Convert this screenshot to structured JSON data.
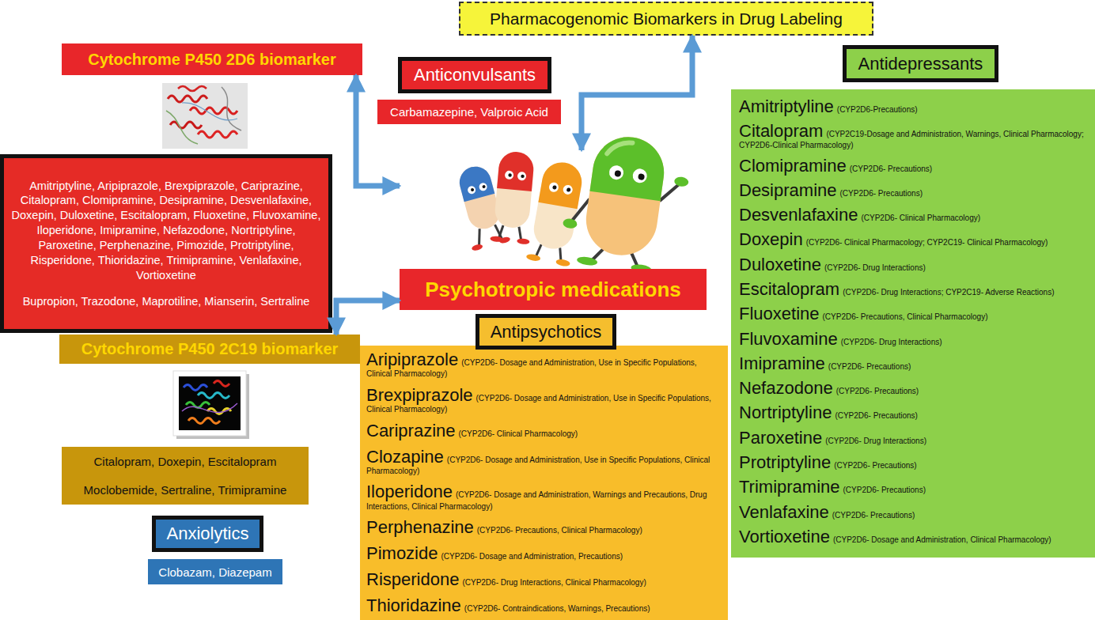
{
  "diagram": {
    "nodes": [
      {
        "text": [
          "Pharmacogenomic Biomarkers in Drug Labeling"
        ]
      },
      {
        "text": [
          "Cytochrome P450 2D6 biomarker"
        ]
      },
      {
        "text": [
          "Anticonvulsants"
        ]
      },
      {
        "text": [
          "Antidepressants"
        ]
      },
      {
        "text": [
          "Carbamazepine, Valproic Acid"
        ]
      },
      {
        "text": [
          "Amitriptyline, Aripiprazole, Brexpiprazole, Cariprazine, Citalopram, Clomipramine, Desipramine, Desvenlafaxine, Doxepin, Duloxetine, Escitalopram, Fluoxetine, Fluvoxamine, Iloperidone, Imipramine, Nefazodone, Nortriptyline, Paroxetine, Perphenazine, Pimozide, Protriptyline, Risperidone, Thioridazine, Trimipramine, Venlafaxine, Vortioxetine",
          "Bupropion, Trazodone, Maprotiline, Mianserin, Sertraline"
        ]
      },
      {
        "text": [
          "Amitriptyline",
          "(CYP2D6-Precautions)",
          "Citalopram",
          "(CYP2C19-Dosage and Administration, Warnings, Clinical Pharmacology; CYP2D6-Clinical Pharmacology)",
          "Clomipramine",
          "(CYP2D6- Precautions)",
          "Desipramine",
          "(CYP2D6- Precautions)",
          "Desvenlafaxine",
          "(CYP2D6- Clinical Pharmacology)",
          "Doxepin",
          "(CYP2D6- Clinical Pharmacology; CYP2C19- Clinical Pharmacology)",
          "Duloxetine",
          "(CYP2D6- Drug Interactions)",
          "Escitalopram",
          "(CYP2D6- Drug Interactions; CYP2C19- Adverse Reactions)",
          "Fluoxetine",
          "(CYP2D6- Precautions, Clinical Pharmacology)",
          "Fluvoxamine",
          "(CYP2D6- Drug Interactions)",
          "Imipramine",
          "(CYP2D6- Precautions)",
          "Nefazodone",
          "(CYP2D6- Precautions)",
          "Nortriptyline",
          "(CYP2D6- Precautions)",
          "Paroxetine",
          "(CYP2D6- Drug Interactions)",
          "Protriptyline",
          "(CYP2D6- Precautions)",
          "Trimipramine",
          "(CYP2D6- Precautions)",
          "Venlafaxine",
          "(CYP2D6- Precautions)",
          "Vortioxetine",
          "(CYP2D6- Dosage and Administration, Clinical Pharmacology)"
        ]
      },
      {
        "text": [
          "Psychotropic medications"
        ]
      },
      {
        "text": [
          "Antipsychotics"
        ]
      },
      {
        "text": [
          "Cytochrome P450 2C19 biomarker"
        ]
      },
      {
        "text": [
          "Aripiprazole",
          "(CYP2D6- Dosage and Administration, Use in Specific Populations, Clinical Pharmacology)",
          "Brexpiprazole",
          "(CYP2D6- Dosage and Administration, Use in Specific Populations, Clinical Pharmacology)",
          "Cariprazine",
          "(CYP2D6- Clinical Pharmacology)",
          "Clozapine",
          "(CYP2D6- Dosage and Administration, Use in Specific Populations, Clinical Pharmacology)",
          "Iloperidone",
          "(CYP2D6- Dosage and Administration, Warnings and Precautions, Drug Interactions, Clinical Pharmacology)",
          "Perphenazine",
          "(CYP2D6- Precautions, Clinical Pharmacology)",
          "Pimozide",
          "(CYP2D6- Dosage and Administration, Precautions)",
          "Risperidone",
          "(CYP2D6- Drug Interactions, Clinical Pharmacology)",
          "Thioridazine",
          "(CYP2D6- Contraindications, Warnings, Precautions)"
        ]
      },
      {
        "text": [
          "Citalopram, Doxepin, Escitalopram",
          "Moclobemide, Sertraline, Trimipramine"
        ]
      },
      {
        "text": [
          "Anxiolytics"
        ]
      },
      {
        "text": [
          "Clobazam, Diazepam"
        ]
      }
    ],
    "edges": [
      {
        "from": 7,
        "to": 0,
        "arrow": "both"
      },
      {
        "from": 7,
        "to": 1,
        "arrow": "both"
      },
      {
        "from": 7,
        "to": 9,
        "arrow": "both"
      }
    ]
  }
}
